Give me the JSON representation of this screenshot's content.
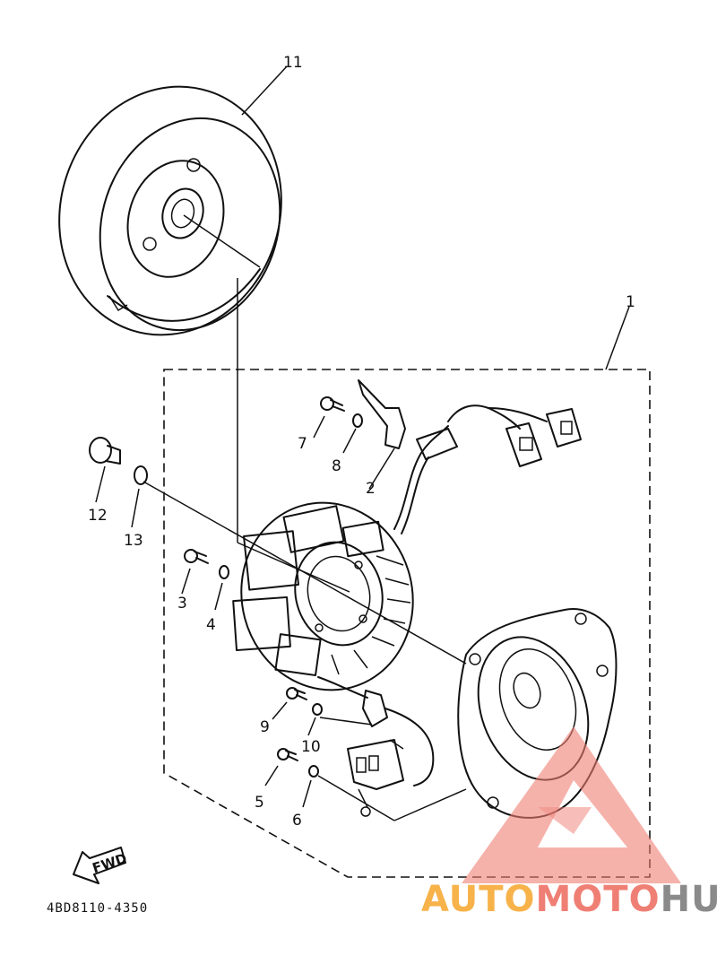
{
  "part_labels": [
    "11",
    "1",
    "7",
    "8",
    "2",
    "12",
    "13",
    "3",
    "4",
    "9",
    "10",
    "5",
    "6"
  ],
  "fwd_label": "FWD",
  "diagram_code": "4BD8110-4350",
  "watermark": {
    "part1": "AUTO",
    "part2": "MOTO",
    "part3": "HUB"
  },
  "colors": {
    "line": "#111111",
    "watermark_orange": "#f7b24a",
    "watermark_red": "#ef7f74",
    "watermark_gray": "#8a8a8a"
  }
}
